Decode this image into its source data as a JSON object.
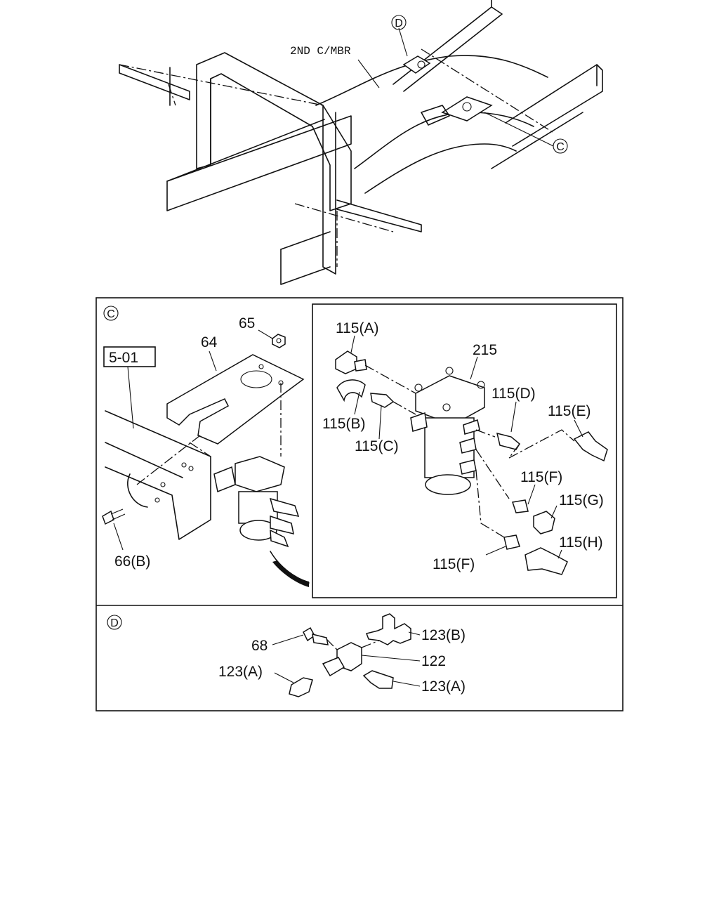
{
  "top_view": {
    "callout_d": "D",
    "callout_c": "C",
    "member_label": "2ND C/MBR"
  },
  "detail_c": {
    "section_mark": "C",
    "ref_box": "5-01",
    "labels": {
      "p65": "65",
      "p64": "64",
      "p66b": "66(B)",
      "p215": "215",
      "p115a": "115(A)",
      "p115b": "115(B)",
      "p115c": "115(C)",
      "p115d": "115(D)",
      "p115e": "115(E)",
      "p115f_upper": "115(F)",
      "p115g": "115(G)",
      "p115h": "115(H)",
      "p115f_lower": "115(F)"
    }
  },
  "detail_d": {
    "section_mark": "D",
    "labels": {
      "p68": "68",
      "p123b": "123(B)",
      "p122": "122",
      "p123a_left": "123(A)",
      "p123a_right": "123(A)"
    }
  }
}
